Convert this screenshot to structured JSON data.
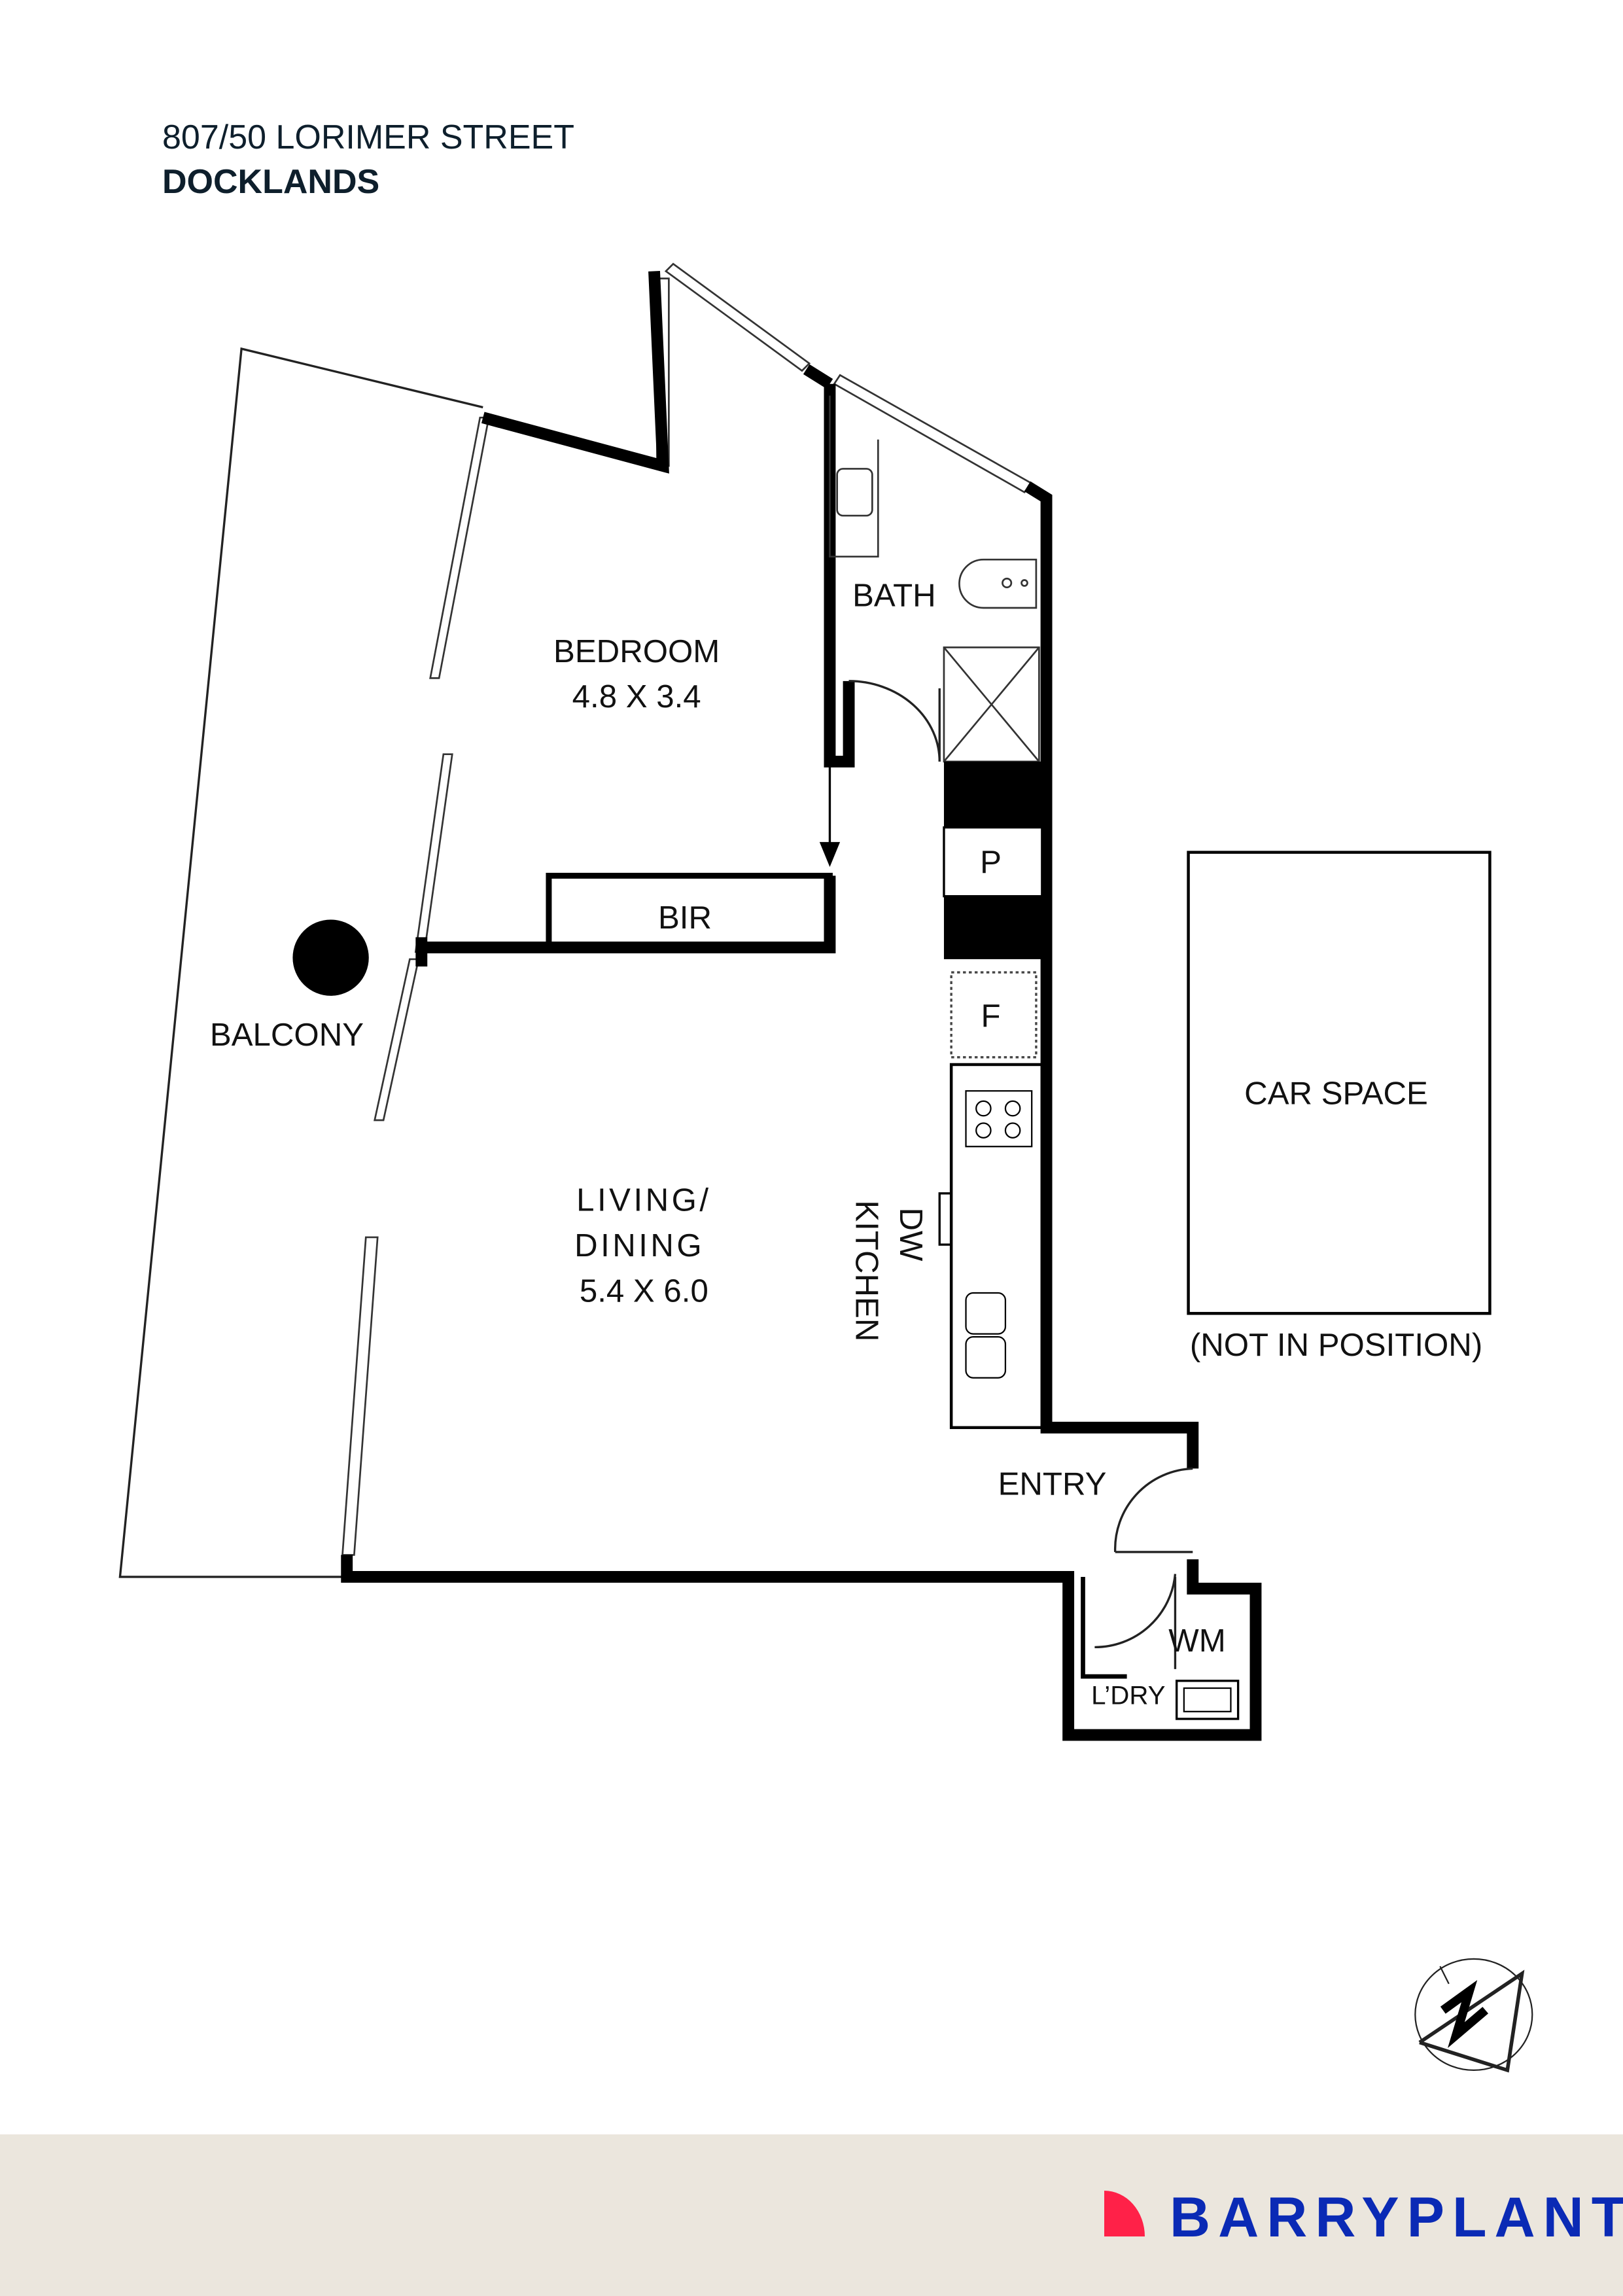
{
  "header": {
    "address": "807/50 LORIMER STREET",
    "suburb": "DOCKLANDS"
  },
  "rooms": {
    "bedroom": {
      "name": "BEDROOM",
      "size": "4.8 X 3.4"
    },
    "bath": "BATH",
    "bir": "BIR",
    "pantry": "P",
    "fridge": "F",
    "balcony": "BALCONY",
    "living": {
      "name_line1": "LIVING/",
      "name_line2": "DINING",
      "size": "5.4 X 6.0"
    },
    "kitchen": "KITCHEN",
    "dw": "DW",
    "entry": "ENTRY",
    "wm": "WM",
    "laundry": "L’DRY",
    "car_space": "CAR SPACE",
    "car_note": "(NOT IN POSITION)"
  },
  "compass": {
    "icon": "north-arrow-icon",
    "label": "N"
  },
  "footer": {
    "brand": "BARRYPLANT",
    "brand_color": "#0a2ab5",
    "mark_color": "#ff2148",
    "background": "#ebe6dd"
  }
}
